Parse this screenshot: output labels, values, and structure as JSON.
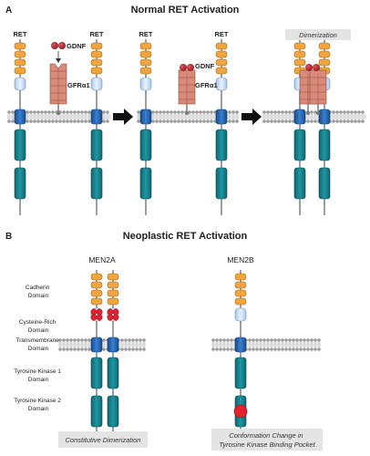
{
  "panel_a": {
    "letter": "A",
    "title": "Normal RET Activation",
    "ret_label": "RET",
    "gdnf_label": "GDNF",
    "gfra1_label": "GFRα1",
    "dimerization_label": "Dimerization"
  },
  "panel_b": {
    "letter": "B",
    "title": "Neoplastic RET Activation",
    "men2a_label": "MEN2A",
    "men2b_label": "MEN2B",
    "domain_labels": {
      "cadherin": [
        "Cadherin",
        "Domain"
      ],
      "cysteine": [
        "Cysteine-Rich",
        "Domain"
      ],
      "transmembrane": [
        "Transmembrane",
        "Domain"
      ],
      "tk1": [
        "Tyrosine Kinase 1",
        "Domain"
      ],
      "tk2": [
        "Tyrosine Kinase 2",
        "Domain"
      ]
    },
    "caption_men2a": [
      "Constitutive Dimerization"
    ],
    "caption_men2b": [
      "Conformation Change in",
      "Tyrosine Kinase Binding Pocket"
    ]
  },
  "colors": {
    "cadherin_orange": "#f0a540",
    "cysteine_lightblue": "#cfe0f5",
    "transmembrane_blue": "#1f5fae",
    "kinase_teal": "#167f89",
    "gdnf_red": "#c0282f",
    "gfra_salmon": "#d98a78",
    "membrane_gray": "#999999",
    "mutation_red": "#e3222e",
    "arrow_black": "#111111",
    "caption_bg": "#e4e4e4"
  }
}
